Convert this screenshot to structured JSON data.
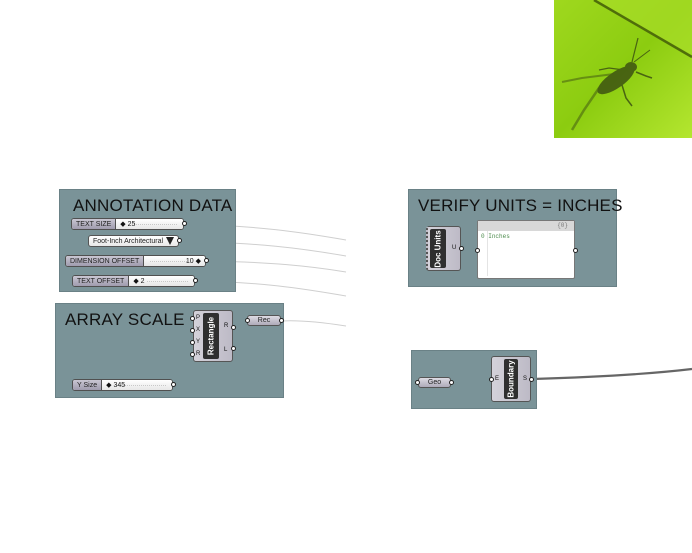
{
  "image": {
    "name": "grasshopper-logo",
    "description": "grasshopper silhouette on green leaf"
  },
  "groups": {
    "annotation": {
      "title": "ANNOTATION DATA",
      "sliders": [
        {
          "label": "TEXT SIZE",
          "value": "25"
        },
        {
          "label": "DIMENSION OFFSET",
          "value": "10"
        },
        {
          "label": "TEXT OFFSET",
          "value": "2"
        }
      ],
      "dropdown": {
        "selected": "Foot-Inch Architectural"
      }
    },
    "array_scale": {
      "title": "ARRAY SCALE",
      "rectangle": {
        "name": "Rectangle",
        "inputs": [
          "P",
          "X",
          "Y",
          "R"
        ],
        "outputs": [
          "R",
          "L"
        ]
      },
      "rec_param": "Rec",
      "y_slider": {
        "label": "Y Size",
        "value": "345"
      }
    },
    "verify_units": {
      "title": "VERIFY UNITS = INCHES",
      "doc_units": {
        "name": "Doc Units",
        "output": "U"
      },
      "panel": {
        "header": "{0}",
        "rows": [
          {
            "index": "0",
            "text": "Inches"
          }
        ]
      }
    },
    "boundary": {
      "geo_param": "Geo",
      "component": {
        "name": "Boundary",
        "input": "E",
        "output": "S"
      }
    }
  }
}
